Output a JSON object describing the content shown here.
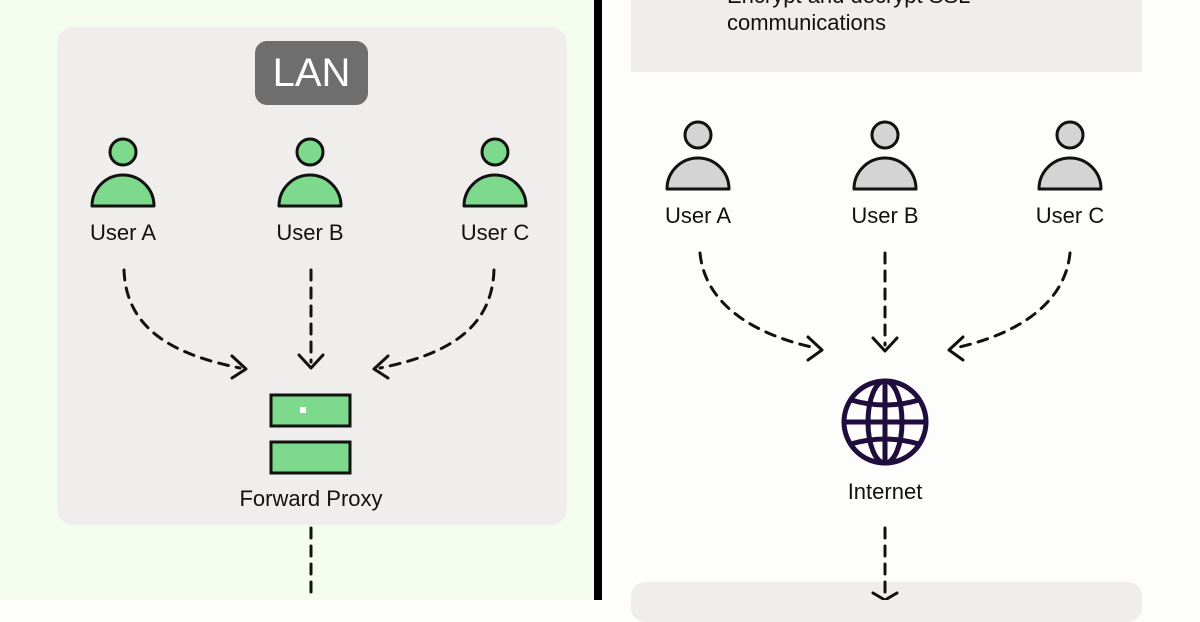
{
  "left": {
    "badge": "LAN",
    "users": [
      "User A",
      "User B",
      "User C"
    ],
    "proxy_label": "Forward Proxy"
  },
  "right": {
    "top_text_line1": "Encrypt and decrypt SSL",
    "top_text_line2": "communications",
    "users": [
      "User A",
      "User B",
      "User C"
    ],
    "internet_label": "Internet"
  },
  "colors": {
    "left_background": "#f4fdee",
    "panel": "#f0eeec",
    "badge": "#6e6e6e",
    "green_user": "#7dd98b",
    "grey_user": "#d4d4d4",
    "globe": "#1f0d3d",
    "divider": "#000000"
  },
  "icons": [
    "user-icon",
    "server-icon",
    "globe-icon"
  ]
}
